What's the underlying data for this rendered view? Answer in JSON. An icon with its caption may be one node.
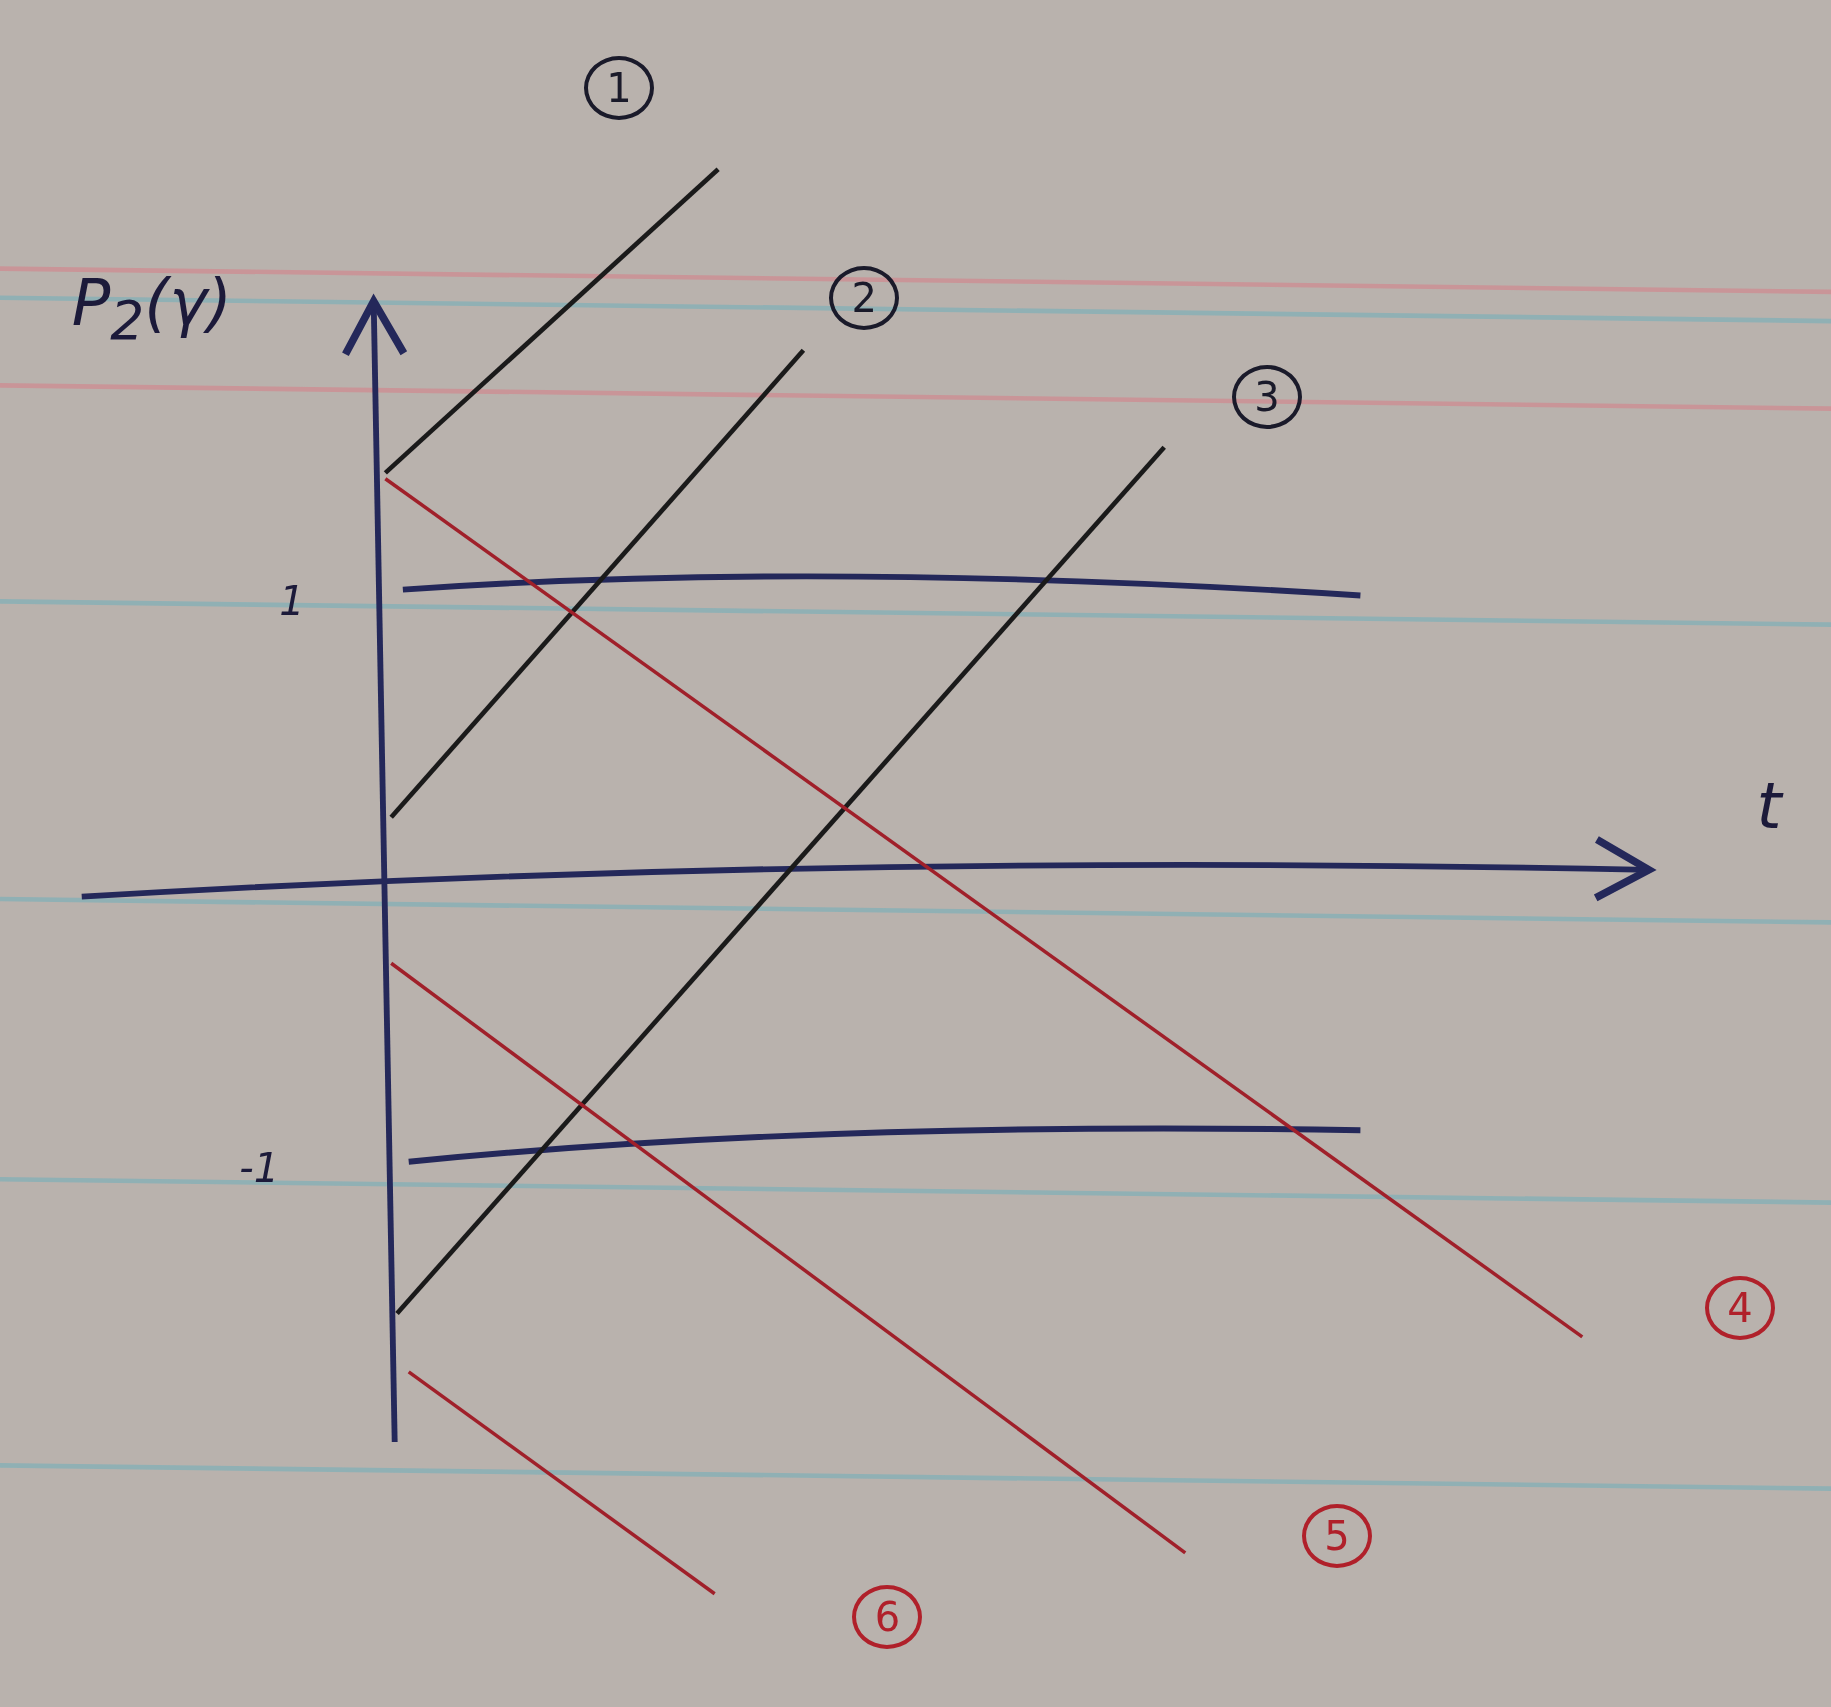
{
  "diagram": {
    "labels": [
      "1",
      "P$_{2}$(γ)",
      "2",
      "3",
      "1",
      "t",
      "-1",
      "4",
      "5",
      "6"
    ]
  }
}
